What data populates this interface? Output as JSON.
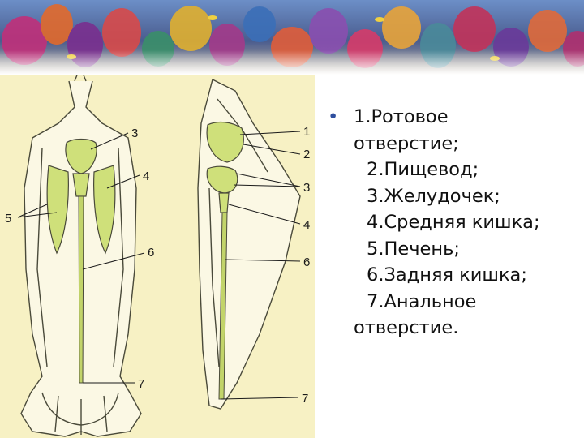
{
  "figure": {
    "left_labels": {
      "stomach": "3",
      "midgut": "4",
      "liver": "5",
      "hindgut": "6",
      "anus": "7"
    },
    "right_labels": {
      "mouth": "1",
      "esophagus": "2",
      "stomach": "3",
      "midgut": "4",
      "hindgut": "6",
      "anus": "7"
    }
  },
  "legend": {
    "line1": "1.Ротовое",
    "line1b": "отверстие;",
    "line2": "2.Пищевод;",
    "line3": "3.Желудочек;",
    "line4": "4.Средняя кишка;",
    "line5": "5.Печень;",
    "line6": "6.Задняя кишка;",
    "line7": "7.Анальное",
    "line7b": "отверстие."
  },
  "colors": {
    "figure_bg": "#f7f1c4",
    "organ_fill": "#cfe07a",
    "outline": "#4a4a3a",
    "bullet": "#2f4f9f"
  }
}
